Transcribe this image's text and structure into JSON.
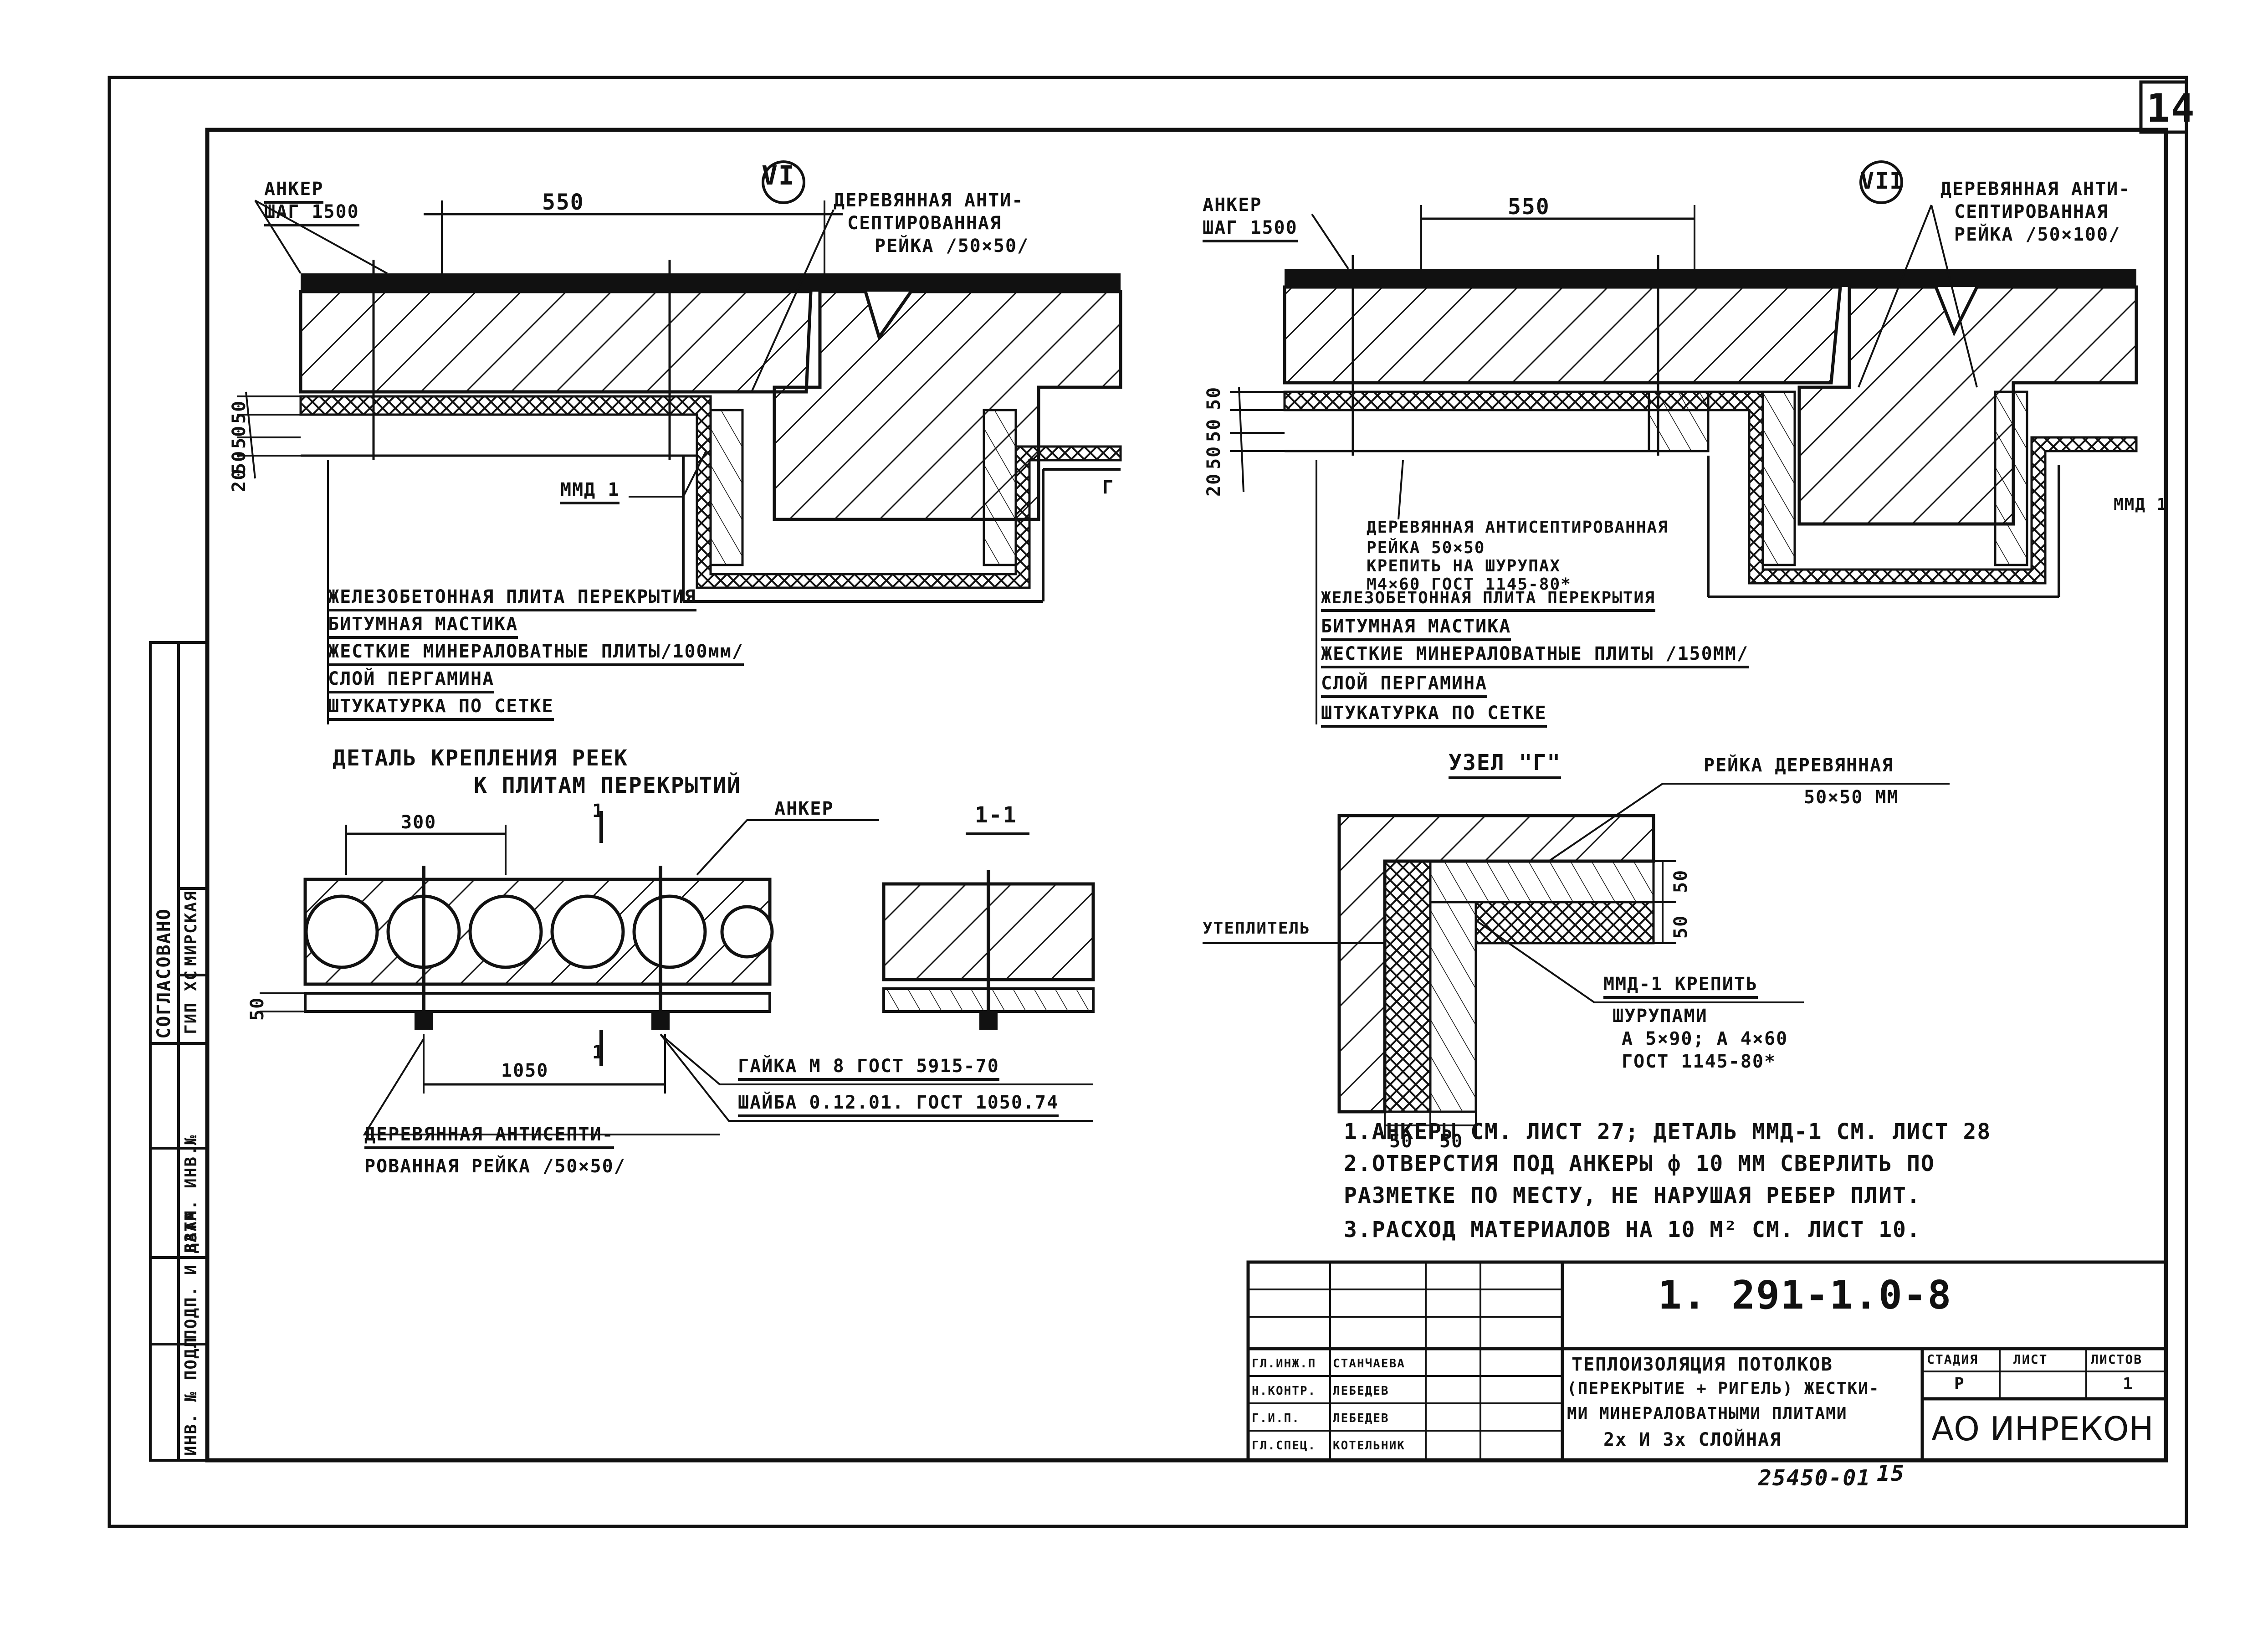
{
  "sheet_number": "14",
  "node_vi": {
    "marker": "VI",
    "anchor": [
      "АНКЕР",
      "ШАГ 1500"
    ],
    "dim_top": "550",
    "rail": [
      "ДЕРЕВЯННАЯ АНТИ-",
      "СЕПТИРОВАННАЯ",
      "РЕЙКА /50×50/"
    ],
    "dims_left": [
      "50",
      "50",
      "50",
      "20"
    ],
    "mmd": "ММД 1",
    "node_mark": "Г",
    "layers": [
      "ЖЕЛЕЗОБЕТОННАЯ ПЛИТА ПЕРЕКРЫТИЯ",
      "БИТУМНАЯ МАСТИКА",
      "ЖЕСТКИЕ МИНЕРАЛОВАТНЫЕ ПЛИТЫ/100мм/",
      "СЛОЙ ПЕРГАМИНА",
      "ШТУКАТУРКА ПО СЕТКЕ"
    ]
  },
  "node_vii": {
    "marker": "VII",
    "anchor": [
      "АНКЕР",
      "ШАГ 1500"
    ],
    "dim_top": "550",
    "rail": [
      "ДЕРЕВЯННАЯ АНТИ-",
      "СЕПТИРОВАННАЯ",
      "РЕЙКА /50×100/"
    ],
    "dims_left": [
      "50",
      "50",
      "50",
      "20"
    ],
    "mmd": "ММД 1",
    "wood_note": [
      "ДЕРЕВЯННАЯ АНТИСЕПТИРОВАННАЯ",
      "РЕЙКА 50×50",
      "КРЕПИТЬ НА ШУРУПАХ",
      "М4×60 ГОСТ 1145-80*"
    ],
    "layers": [
      "ЖЕЛЕЗОБЕТОННАЯ ПЛИТА ПЕРЕКРЫТИЯ",
      "БИТУМНАЯ МАСТИКА",
      "ЖЕСТКИЕ МИНЕРАЛОВАТНЫЕ ПЛИТЫ /150ММ/",
      "СЛОЙ ПЕРГАМИНА",
      "ШТУКАТУРКА ПО СЕТКЕ"
    ]
  },
  "fix_detail": {
    "title": [
      "ДЕТАЛЬ КРЕПЛЕНИЯ РЕЕК",
      "К ПЛИТАМ ПЕРЕКРЫТИЙ"
    ],
    "dim_300": "300",
    "dim_1050": "1050",
    "dim_50": "50",
    "section_mark": "1",
    "anchor": "АНКЕР",
    "nut": "ГАЙКА М 8 ГОСТ 5915-70",
    "washer": "ШАЙБА 0.12.01. ГОСТ 1050.74",
    "rail": [
      "ДЕРЕВЯННАЯ АНТИСЕПТИ-",
      "РОВАННАЯ РЕЙКА /50×50/"
    ]
  },
  "section_11": {
    "title": "1-1"
  },
  "node_g": {
    "title": "УЗЕЛ \"Г\"",
    "rail": [
      "РЕЙКА ДЕРЕВЯННАЯ",
      "50×50 ММ"
    ],
    "insulation": "УТЕПЛИТЕЛЬ",
    "mmd": [
      "ММД-1 КРЕПИТЬ",
      "ШУРУПАМИ",
      "А 5×90; А 4×60",
      "ГОСТ 1145-80*"
    ],
    "dims_right": [
      "50",
      "50"
    ],
    "dims_bottom": [
      "50",
      "50"
    ]
  },
  "notes": [
    "1.АНКЕРЫ СМ. ЛИСТ 27; ДЕТАЛЬ ММД-1 СМ. ЛИСТ 28",
    "2.ОТВЕРСТИЯ ПОД АНКЕРЫ ф 10 ММ СВЕРЛИТЬ ПО",
    "РАЗМЕТКЕ ПО МЕСТУ, НЕ НАРУШАЯ РЕБЕР ПЛИТ.",
    "3.РАСХОД МАТЕРИАЛОВ НА 10 М² СМ. ЛИСТ 10."
  ],
  "left_stamp": {
    "agreed": "СОГЛАСОВАНО",
    "gip": "ГИП ХС",
    "name": "МИРСКАЯ",
    "cols": [
      "ИНВ. № ПОДЛ.",
      "ПОДП. И ДАТА",
      "ВЗАМ. ИНВ.№"
    ]
  },
  "title_block": {
    "code": "1. 291-1.0-8",
    "title": [
      "ТЕПЛОИЗОЛЯЦИЯ ПОТОЛКОВ",
      "(ПЕРЕКРЫТИЕ + РИГЕЛЬ) ЖЕСТКИ-",
      "МИ МИНЕРАЛОВАТНЫМИ ПЛИТАМИ",
      "2х И 3х СЛОЙНАЯ"
    ],
    "roles": [
      "ГЛ.ИНЖ.П",
      "Н.КОНТР.",
      "Г.И.П.",
      "ГЛ.СПЕЦ."
    ],
    "names": [
      "СТАНЧАЕВА",
      "ЛЕБЕДЕВ",
      "ЛЕБЕДЕВ",
      "КОТЕЛЬНИК"
    ],
    "stage_head": [
      "СТАДИЯ",
      "ЛИСТ",
      "ЛИСТОВ"
    ],
    "stage_vals": [
      "Р",
      "",
      "1"
    ],
    "org": "АО ИНРЕКОН",
    "archive": "25450-01",
    "archive_sheet": "15"
  }
}
